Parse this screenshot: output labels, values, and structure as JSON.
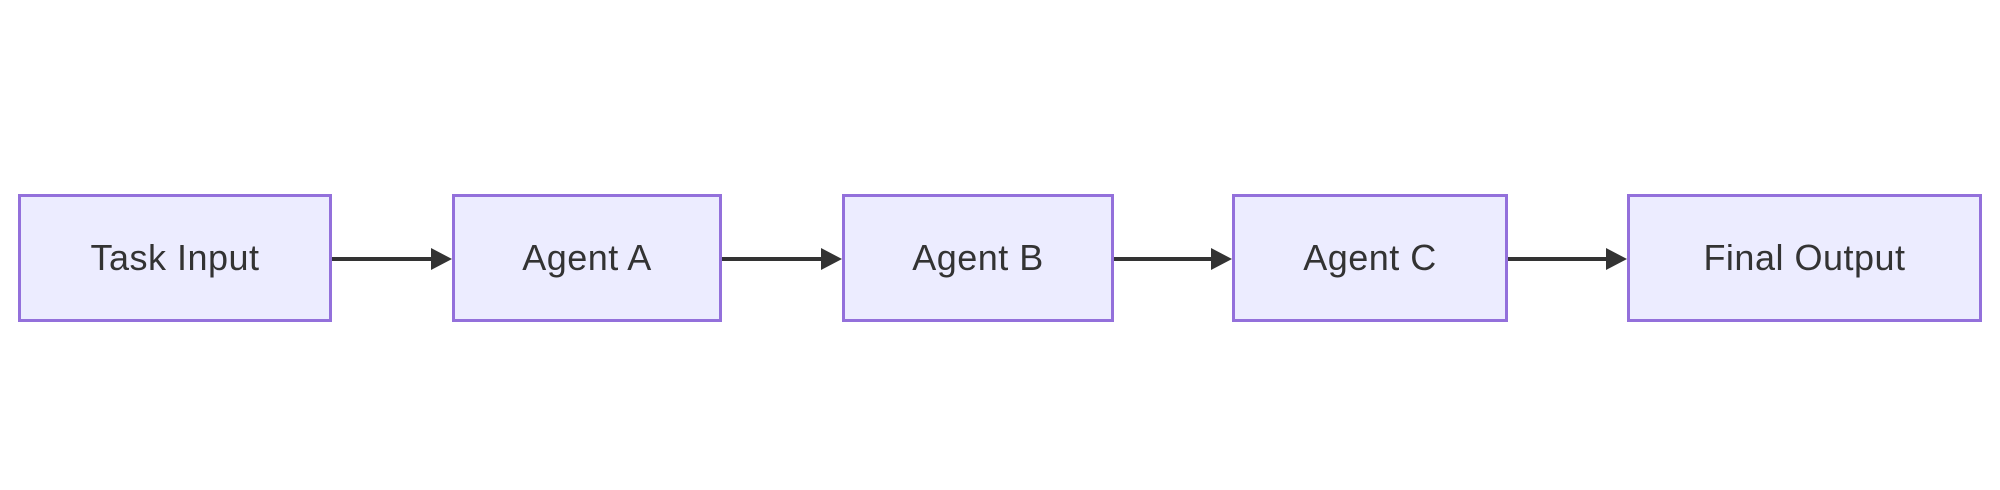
{
  "diagram": {
    "type": "flowchart",
    "direction": "left-to-right",
    "nodes": [
      {
        "id": "task-input",
        "label": "Task Input"
      },
      {
        "id": "agent-a",
        "label": "Agent A"
      },
      {
        "id": "agent-b",
        "label": "Agent B"
      },
      {
        "id": "agent-c",
        "label": "Agent C"
      },
      {
        "id": "final-output",
        "label": "Final Output"
      }
    ],
    "edges": [
      {
        "from": "task-input",
        "to": "agent-a"
      },
      {
        "from": "agent-a",
        "to": "agent-b"
      },
      {
        "from": "agent-b",
        "to": "agent-c"
      },
      {
        "from": "agent-c",
        "to": "final-output"
      }
    ],
    "colors": {
      "background": "#ffffff",
      "node_fill": "#ECECFF",
      "node_border": "#9370DB",
      "text": "#333333",
      "arrow": "#333333"
    }
  }
}
